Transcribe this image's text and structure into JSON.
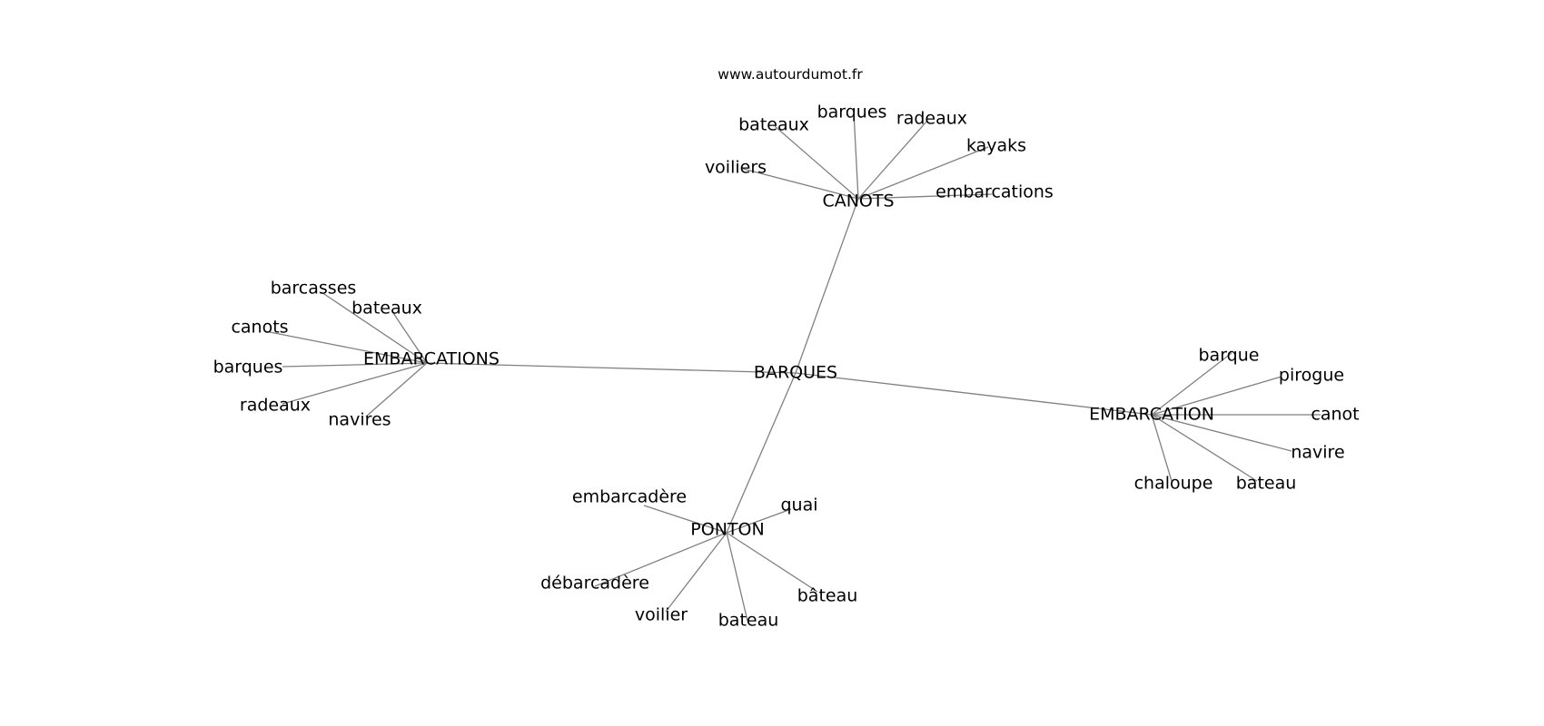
{
  "header": {
    "site": "www.autourdumot.fr"
  },
  "colors": {
    "edge": "#808080",
    "text": "#000000",
    "background": "#ffffff"
  },
  "graph": {
    "center": {
      "id": "barques",
      "label": "BARQUES"
    },
    "hubs": [
      {
        "id": "canots",
        "label": "CANOTS",
        "words": [
          "voiliers",
          "bateaux",
          "barques",
          "radeaux",
          "kayaks",
          "embarcations"
        ]
      },
      {
        "id": "embarcations",
        "label": "EMBARCATIONS",
        "words": [
          "barcasses",
          "bateaux",
          "canots",
          "barques",
          "radeaux",
          "navires"
        ]
      },
      {
        "id": "embarcation",
        "label": "EMBARCATION",
        "words": [
          "barque",
          "pirogue",
          "canot",
          "navire",
          "bateau",
          "chaloupe"
        ]
      },
      {
        "id": "ponton",
        "label": "PONTON",
        "words": [
          "embarcadère",
          "quai",
          "débarcadère",
          "voilier",
          "bateau",
          "bâteau"
        ]
      }
    ]
  }
}
